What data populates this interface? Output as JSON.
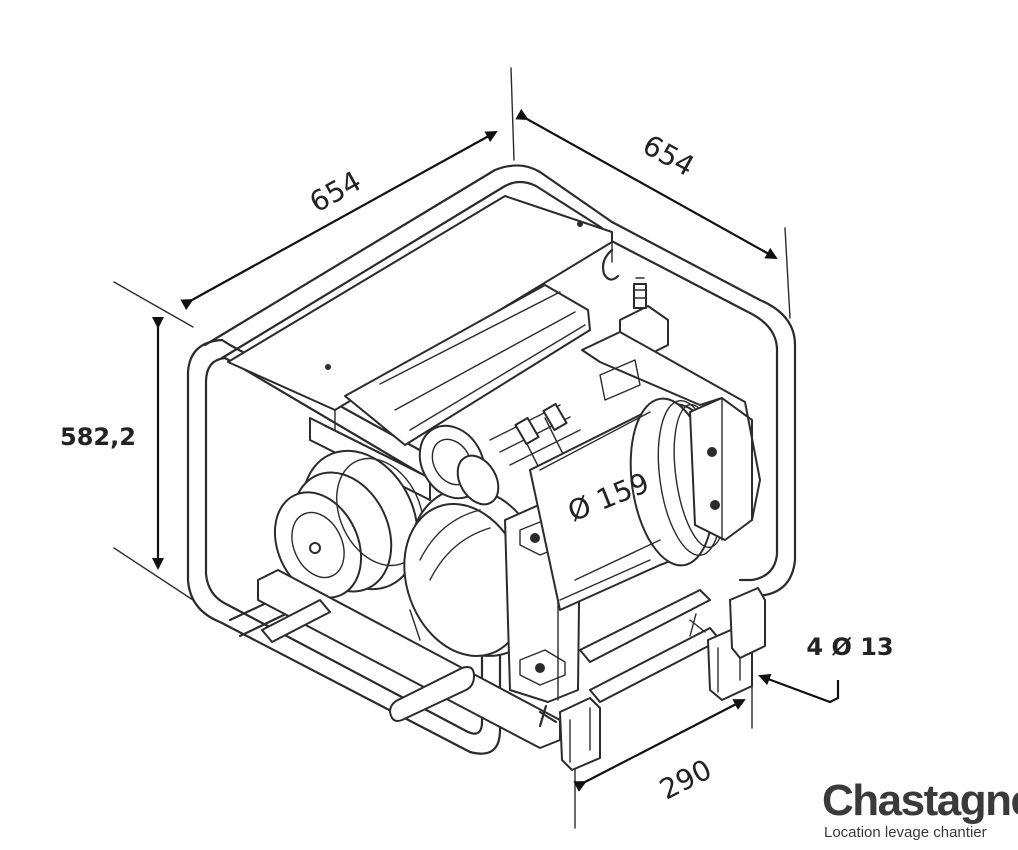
{
  "dimensions": {
    "top_left_width": "654",
    "top_right_depth": "654",
    "height": "582,2",
    "drum_diameter": "Ø 159",
    "mounting_holes": "4 Ø 13",
    "base_spacing": "290"
  },
  "logo": {
    "name": "Chastagner",
    "tagline": "Location levage chantier"
  },
  "colors": {
    "line": "#2b2b2b",
    "background": "#ffffff"
  }
}
